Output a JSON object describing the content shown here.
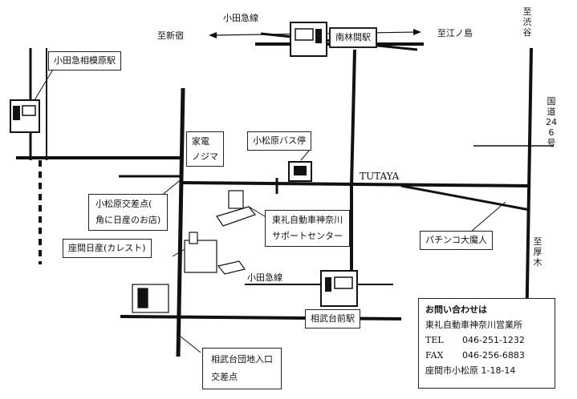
{
  "map": {
    "rail_line_top": "小田急線",
    "rail_line_bottom": "小田急線",
    "to_shinjuku": "至新宿",
    "to_enoshima": "至江ノ島",
    "to_shibuya": "至渋谷",
    "to_atsugi": "至厚木",
    "route246": "国道246号",
    "tutaya": "TUTAYA"
  },
  "callouts": {
    "sagamihara_station": "小田急相模原駅",
    "rinkan_station": "南林間駅",
    "sobudai_station": "相武台前駅",
    "kaden_nojima_1": "家電",
    "kaden_nojima_2": "ノジマ",
    "bus_stop": "小松原バス停",
    "komatsubara_crossing_1": "小松原交差点(",
    "komatsubara_crossing_2": "角に日産のお店)",
    "zama_nissan": "座間日産(カレスト)",
    "tojidosha_1": "東礼自動車神奈川",
    "tojidosha_2": "サポートセンター",
    "pachinko": "パチンコ大魔人",
    "danchi_1": "相武台団地入口",
    "danchi_2": "交差点"
  },
  "info": {
    "title": "お問い合わせは",
    "company": "東礼自動車神奈川営業所",
    "tel_label": "TEL",
    "tel": "046-251-1232",
    "fax_label": "FAX",
    "fax": "046-256-6883",
    "address": "座間市小松原 1-18-14"
  }
}
